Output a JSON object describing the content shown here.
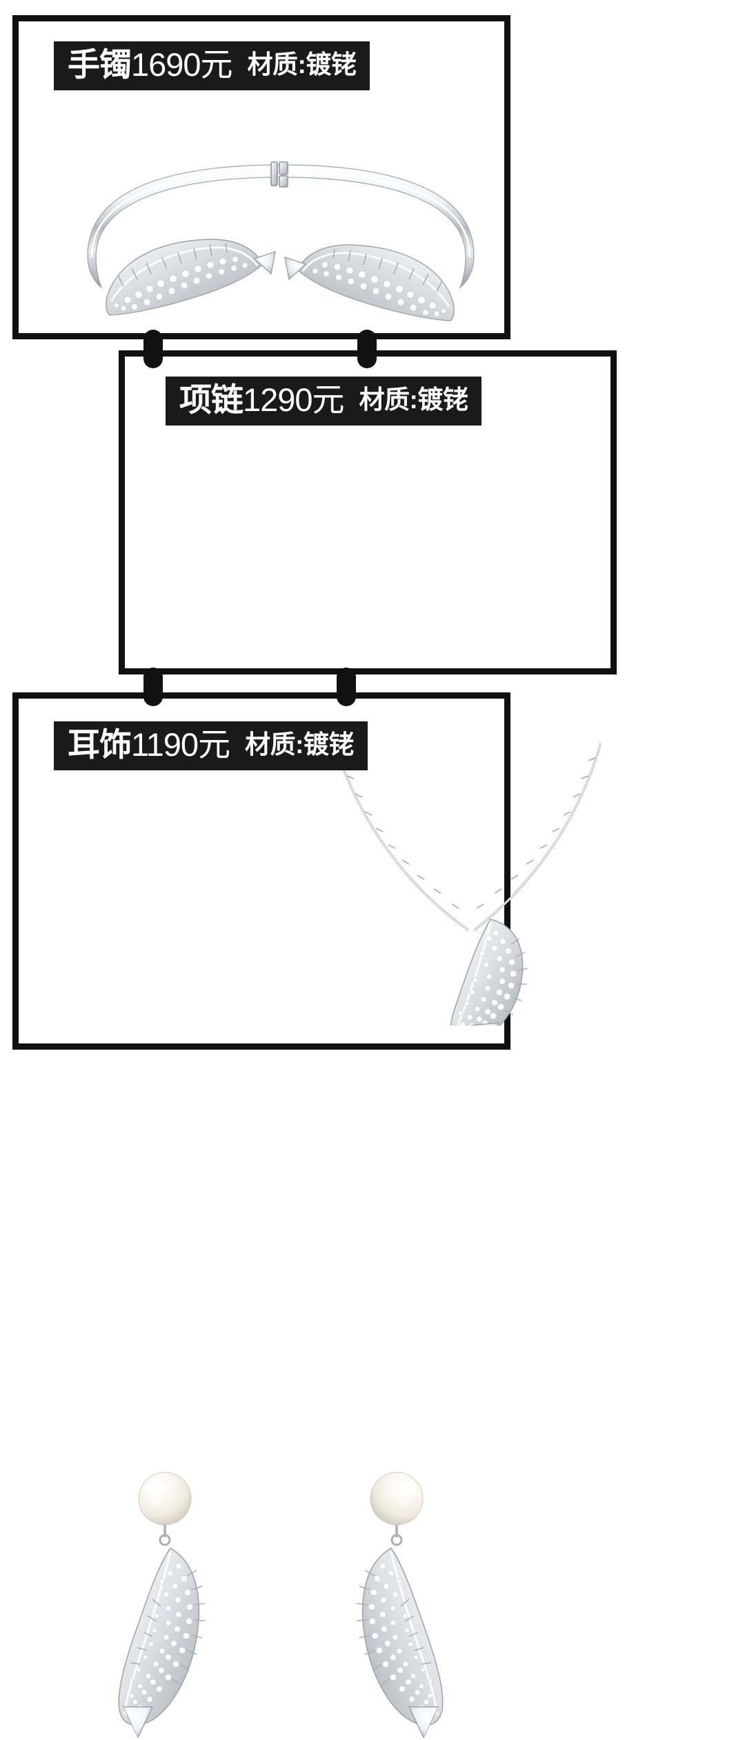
{
  "page": {
    "background_color": "#ffffff",
    "frame_color": "#111111",
    "banner_color": "#1a1a1a",
    "banner_text_color": "#ffffff"
  },
  "products": [
    {
      "id": "bracelet",
      "name_label": "手镯",
      "price_label": "1690元",
      "material_label": "材质:镀铑",
      "icon": "bracelet-feather-crystal"
    },
    {
      "id": "necklace",
      "name_label": "项链",
      "price_label": "1290元",
      "material_label": "材质:镀铑",
      "icon": "necklace-feather-pendant"
    },
    {
      "id": "earrings",
      "name_label": "耳饰",
      "price_label": "1190元",
      "material_label": "材质:镀铑",
      "icon": "earrings-pearl-feather-drop"
    }
  ]
}
